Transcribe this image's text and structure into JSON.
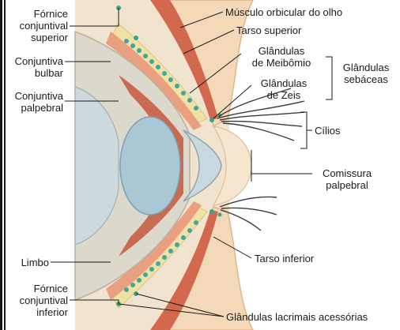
{
  "labels": {
    "fornice_superior": [
      "Fórnice",
      "conjuntival",
      "superior"
    ],
    "conjuntiva_bulbar": [
      "Conjuntiva",
      "bulbar"
    ],
    "conjuntiva_palpebral": [
      "Conjuntiva",
      "palpebral"
    ],
    "limbo": "Limbo",
    "fornice_inferior": [
      "Fórnice",
      "conjuntival",
      "inferior"
    ],
    "musculo_orbicular": "Músculo orbicular do olho",
    "tarso_superior": "Tarso superior",
    "glandulas_meibomio": [
      "Glândulas",
      "de Meibômio"
    ],
    "glandulas_zeis": [
      "Glândulas",
      "de Zeis"
    ],
    "glandulas_sebaceas": [
      "Glândulas",
      "sebáceas"
    ],
    "cilios": "Cílios",
    "comissura_palpebral": [
      "Comissura",
      "palpebral"
    ],
    "tarso_inferior": "Tarso inferior",
    "glandulas_lacrimais": "Glândulas lacrimais acessórias"
  },
  "colors": {
    "skin": "#f3d9b8",
    "skin_edge": "#e8bd90",
    "muscle": "#d2694e",
    "tarsus": "#f0e2a6",
    "meibomian": "#3fa6a0",
    "conjunctiva": "#e9a080",
    "sclera": "#dcd8cc",
    "cornea": "#c9d8de",
    "lens": "#a9c7d5",
    "iris": "#c96a53",
    "leader": "#1a1a1a"
  }
}
